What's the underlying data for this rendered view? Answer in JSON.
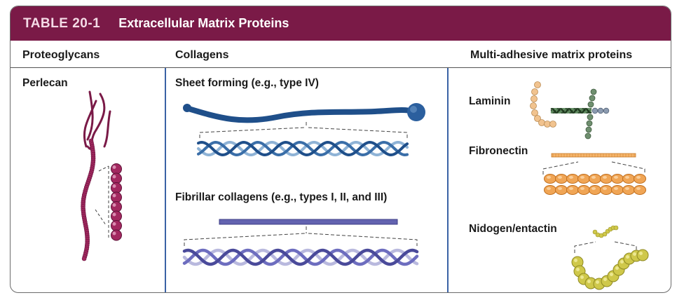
{
  "table": {
    "number": "TABLE 20-1",
    "title": "Extracellular Matrix Proteins"
  },
  "columns": [
    {
      "header": "Proteoglycans",
      "items": [
        {
          "label": "Perlecan"
        }
      ]
    },
    {
      "header": "Collagens",
      "items": [
        {
          "label": "Sheet forming (e.g., type IV)"
        },
        {
          "label": "Fibrillar collagens (e.g., types I, II, and III)"
        }
      ]
    },
    {
      "header": "Multi-adhesive matrix proteins",
      "items": [
        {
          "label": "Laminin"
        },
        {
          "label": "Fibronectin"
        },
        {
          "label": "Nidogen/entactin"
        }
      ]
    }
  ],
  "colors": {
    "title_bar": "#7a1a47",
    "perlecan": "#a2285f",
    "collagen_sheet": "#1f4f8a",
    "collagen_light": "#8fb3d6",
    "fibrillar": "#4a4a9a",
    "fibrillar_light": "#b9b9de",
    "fibronectin": "#f0a555",
    "nidogen": "#cfc84a",
    "laminin_tan": "#f1c38f",
    "laminin_green": "#6f8f6f"
  }
}
